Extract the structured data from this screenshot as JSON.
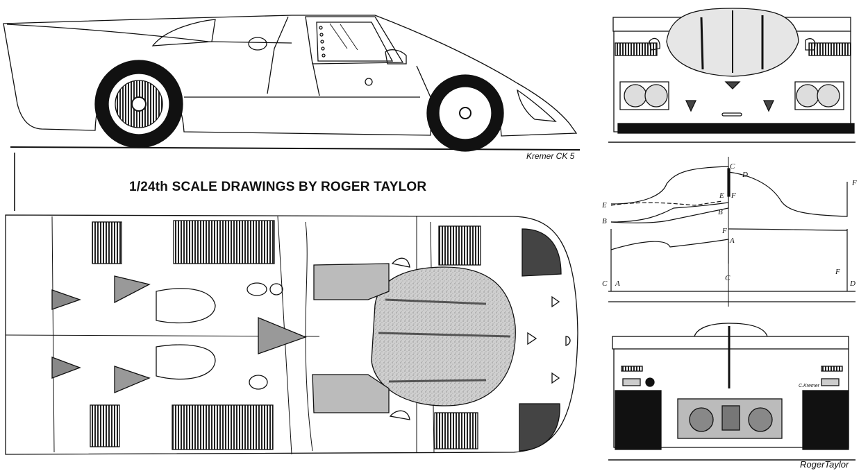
{
  "title": "1/24th SCALE DRAWINGS BY ROGER TAYLOR",
  "model_name": "Kremer CK 5",
  "credit": "RogerTaylor",
  "rear_badge": "C.Kremer",
  "section_letters": {
    "c_top": "C",
    "d_top": "D",
    "f_right_top": "F",
    "e_left": "E",
    "e_mid": "E",
    "f_mid": "F",
    "b_mid": "B",
    "b_left": "B",
    "f_low": "F",
    "a_low": "A",
    "c_bottom_left": "C",
    "a_bottom_left": "A",
    "c_bottom_mid": "C",
    "f_bottom_right": "F",
    "d_bottom_right": "D"
  }
}
